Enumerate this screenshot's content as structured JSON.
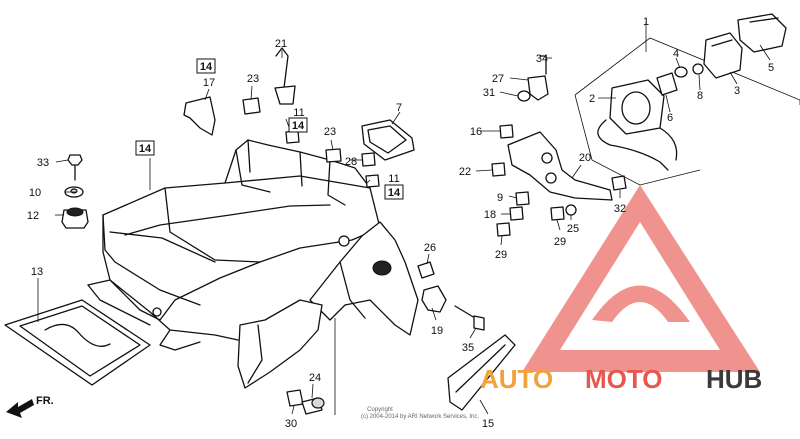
{
  "diagram": {
    "labels": {
      "l1": "1",
      "l2": "2",
      "l3": "3",
      "l4": "4",
      "l5": "5",
      "l6": "6",
      "l7": "7",
      "l8": "8",
      "l9": "9",
      "l10": "10",
      "l11a": "11",
      "l11b": "11",
      "l12": "12",
      "l13": "13",
      "l14a": "14",
      "l14b": "14",
      "l14c": "14",
      "l14d": "14",
      "l15": "15",
      "l16": "16",
      "l17": "17",
      "l18": "18",
      "l19": "19",
      "l20": "20",
      "l21": "21",
      "l22": "22",
      "l23a": "23",
      "l23b": "23",
      "l24": "24",
      "l25": "25",
      "l26": "26",
      "l27": "27",
      "l28": "28",
      "l29a": "29",
      "l29b": "29",
      "l30": "30",
      "l31": "31",
      "l32": "32",
      "l33": "33",
      "l34": "34",
      "l35": "35"
    },
    "direction_label": "FR.",
    "copyright_line1": "Copyright",
    "copyright_line2": "(c) 2004-2014 by ARI Network Services, Inc."
  },
  "watermark": {
    "word_a": "AUTO",
    "word_b": "MOTO",
    "word_c": "HUB",
    "colors": {
      "logo": "#e8574f",
      "word_a": "#f2a23a",
      "word_b": "#e8574f",
      "word_c": "#3a3a3a"
    }
  }
}
